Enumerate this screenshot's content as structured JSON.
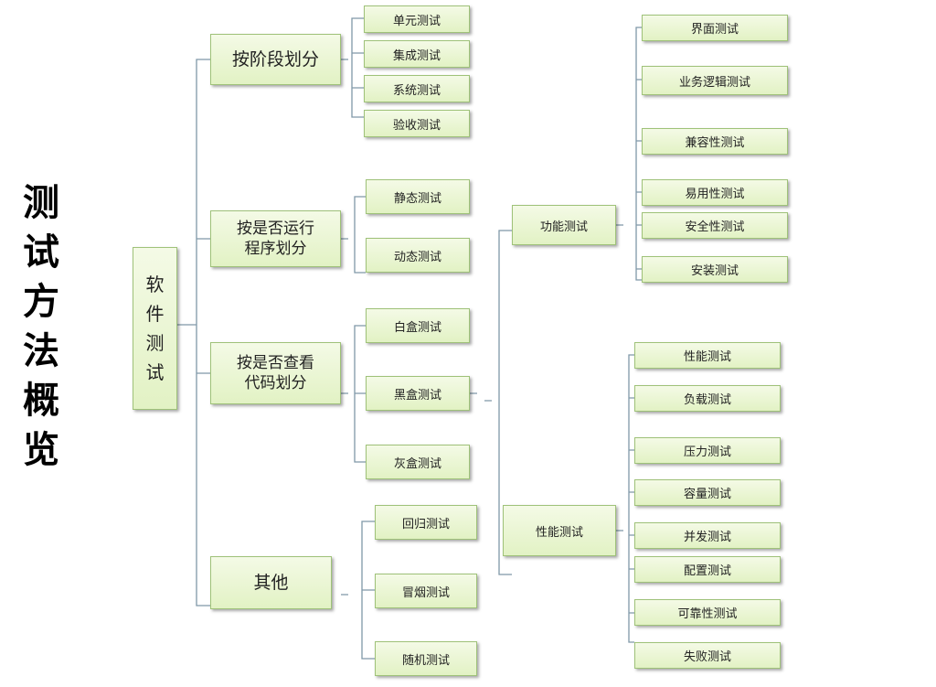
{
  "title": "测\n试\n方\n法\n概\n览",
  "root": "软\n件\n测\n试",
  "categories": {
    "stage": "按阶段划分",
    "run": "按是否运行\n程序划分",
    "code": "按是否查看\n代码划分",
    "other": "其他"
  },
  "stage_items": [
    "单元测试",
    "集成测试",
    "系统测试",
    "验收测试"
  ],
  "run_items": [
    "静态测试",
    "动态测试"
  ],
  "code_items": [
    "白盒测试",
    "黑盒测试",
    "灰盒测试"
  ],
  "other_items": [
    "回归测试",
    "冒烟测试",
    "随机测试"
  ],
  "sub": {
    "functional": "功能测试",
    "performance": "性能测试"
  },
  "functional_items": [
    "界面测试",
    "业务逻辑测试",
    "兼容性测试",
    "易用性测试",
    "安全性测试",
    "安装测试"
  ],
  "performance_items": [
    "性能测试",
    "负载测试",
    "压力测试",
    "容量测试",
    "并发测试",
    "配置测试",
    "可靠性测试",
    "失败测试"
  ]
}
